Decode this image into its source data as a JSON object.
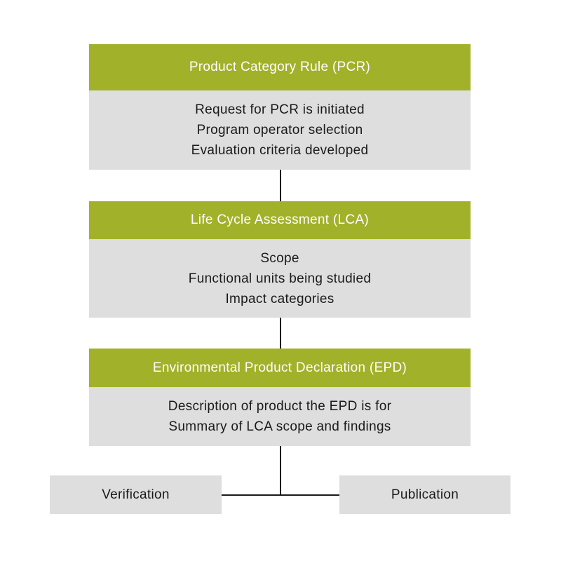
{
  "stages": [
    {
      "title": "Product Category Rule (PCR)",
      "items": [
        "Request for PCR is initiated",
        "Program operator selection",
        "Evaluation criteria developed"
      ]
    },
    {
      "title": "Life Cycle Assessment (LCA)",
      "items": [
        "Scope",
        "Functional units being studied",
        "Impact categories"
      ]
    },
    {
      "title": "Environmental Product Declaration (EPD)",
      "items": [
        "Description of product the EPD is for",
        "Summary of LCA scope and findings"
      ]
    }
  ],
  "outcomes": {
    "left": "Verification",
    "right": "Publication"
  },
  "colors": {
    "header": "#a2b12a",
    "box": "#dedede",
    "line": "#1a1a1a"
  }
}
